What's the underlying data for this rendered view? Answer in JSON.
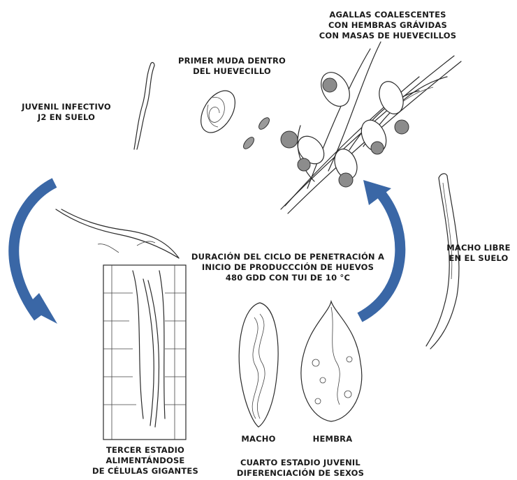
{
  "labels": {
    "agallas": "AGALLAS COALESCENTES\nCON HEMBRAS GRÁVIDAS\nCON MASAS DE HUEVECILLOS",
    "primer_muda": "PRIMER MUDA DENTRO\nDEL HUEVECILLO",
    "juvenil": "JUVENIL INFECTIVO\nJ2  EN SUELO",
    "macho_libre": "MACHO  LIBRE\nEN EL SUELO",
    "duracion": "DURACIÓN DEL CICLO DE PENETRACIÓN A\nINICIO DE PRODUCCCIÓN DE HUEVOS\n480 GDD CON TUI DE 10 °C",
    "macho": "MACHO",
    "hembra": "HEMBRA",
    "tercer": "TERCER ESTADIO\nALIMENTÁNDOSE\nDE CÉLULAS GIGANTES",
    "cuarto": "CUARTO ESTADIO JUVENIL\nDIFERENCIACIÓN DE SEXOS"
  },
  "colors": {
    "arrow": "#3a67a6",
    "arrow_dark": "#2b5590",
    "ink": "#2a2a2a",
    "egg_mass": "#8c8c8c"
  }
}
